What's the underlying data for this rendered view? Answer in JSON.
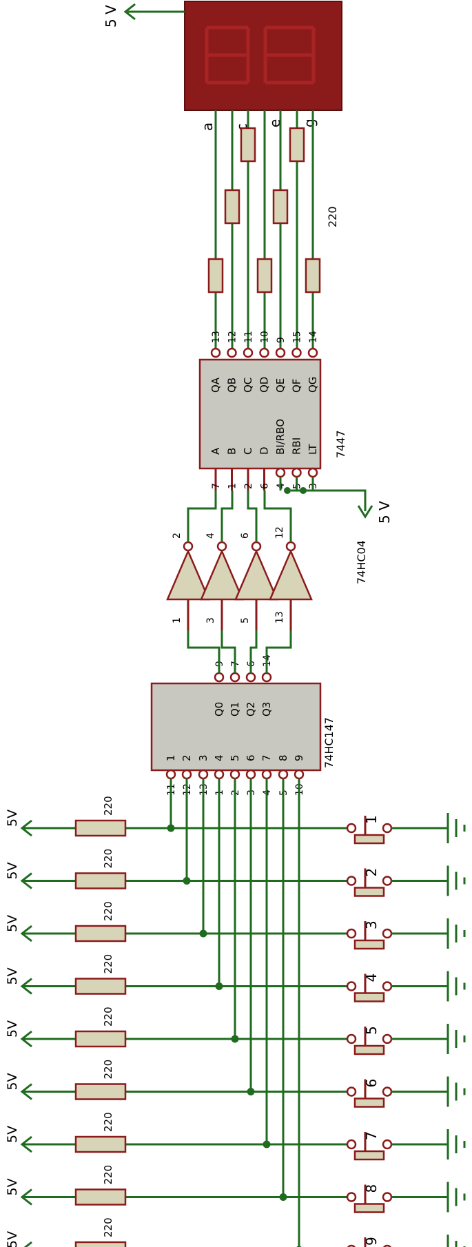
{
  "display": {
    "five_v": "5 V",
    "segments": [
      "a",
      "c",
      "e",
      "g"
    ],
    "resistor_value": "220"
  },
  "decoder": {
    "part": "7447",
    "in_labels": [
      "A",
      "B",
      "C",
      "D",
      "BI/RBO",
      "RBI",
      "LT"
    ],
    "out_labels": [
      "QA",
      "QB",
      "QC",
      "QD",
      "QE",
      "QF",
      "QG"
    ],
    "in_pins": [
      "7",
      "1",
      "2",
      "6",
      "4",
      "5",
      "3"
    ],
    "out_pins": [
      "13",
      "12",
      "11",
      "10",
      "9",
      "15",
      "14"
    ],
    "five_v": "5 V"
  },
  "inverter": {
    "part": "74HC04",
    "out_pins": [
      "2",
      "4",
      "6",
      "12"
    ],
    "in_pins": [
      "1",
      "3",
      "5",
      "13"
    ]
  },
  "encoder": {
    "part": "74HC147",
    "out_labels": [
      "Q0",
      "Q1",
      "Q2",
      "Q3"
    ],
    "out_pins": [
      "9",
      "7",
      "6",
      "14"
    ],
    "in_labels": [
      "1",
      "2",
      "3",
      "4",
      "5",
      "6",
      "7",
      "8",
      "9"
    ],
    "in_pins": [
      "11",
      "12",
      "13",
      "1",
      "2",
      "3",
      "4",
      "5",
      "10"
    ]
  },
  "rows": {
    "supply": "5V",
    "resistor": "220",
    "buttons": [
      "1",
      "2",
      "3",
      "4",
      "5",
      "6",
      "7",
      "8",
      "9"
    ]
  }
}
